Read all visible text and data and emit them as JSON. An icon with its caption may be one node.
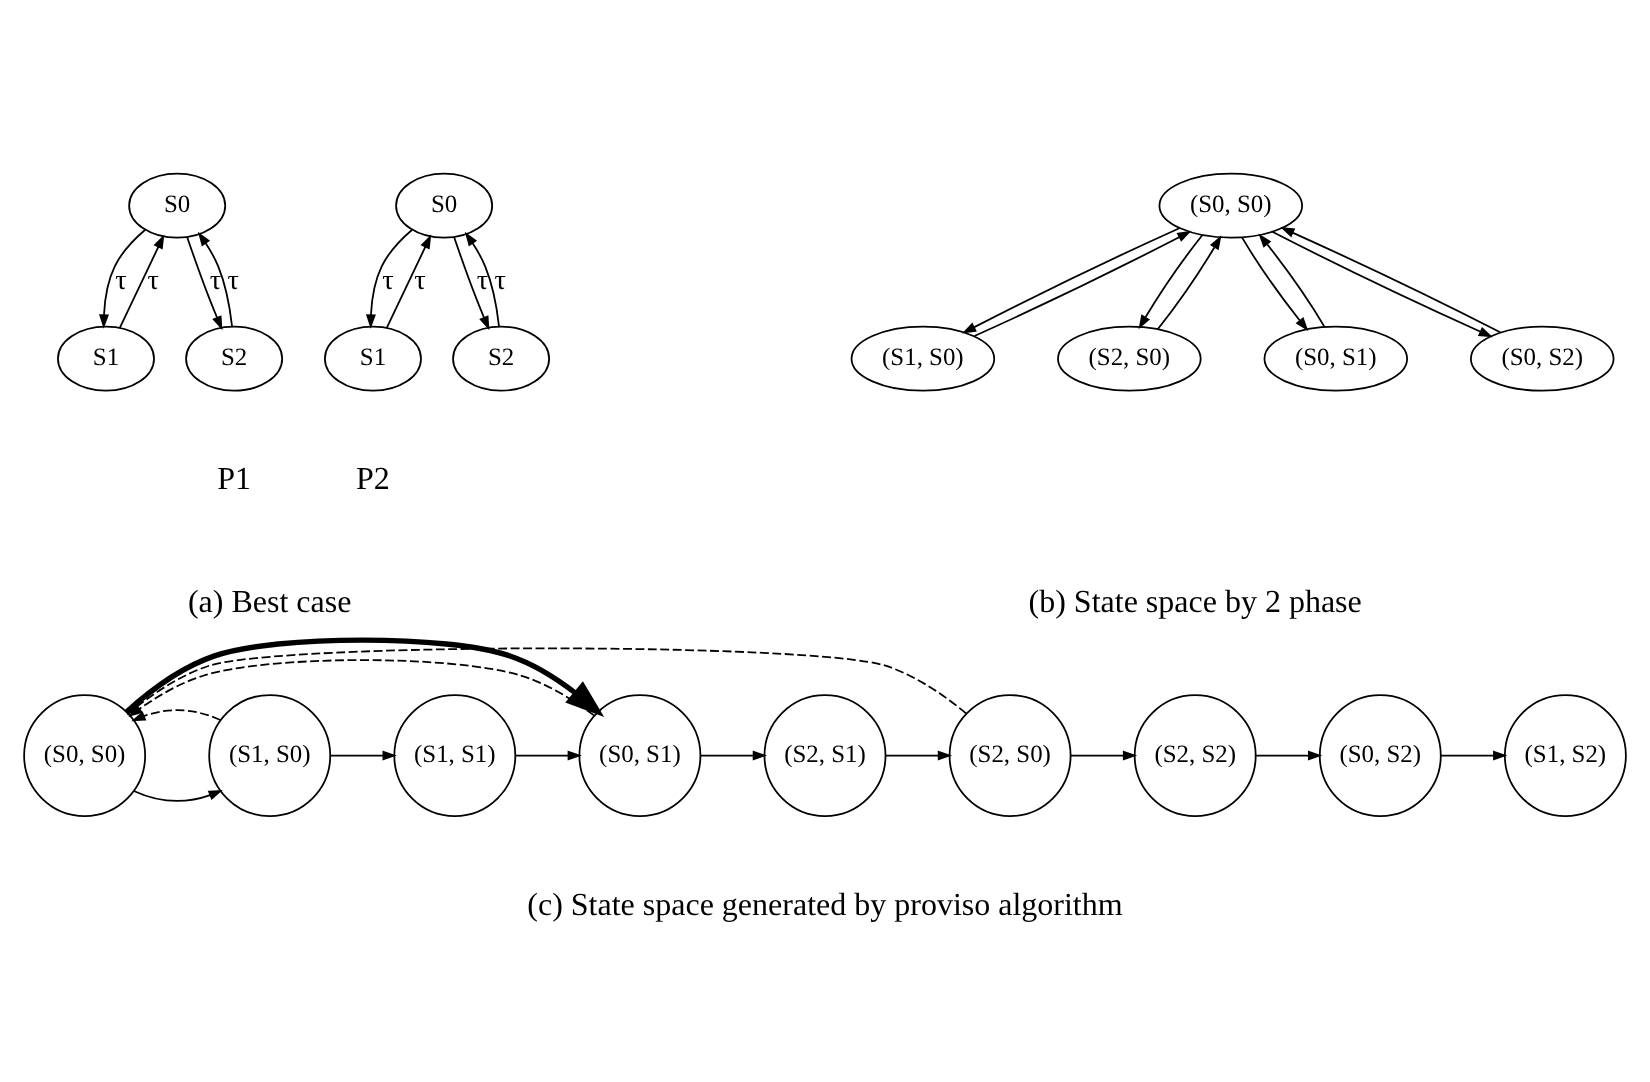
{
  "diagram": {
    "nodes": [
      {
        "text": [
          "S0"
        ]
      },
      {
        "text": [
          "S1"
        ]
      },
      {
        "text": [
          "S2"
        ]
      },
      {
        "text": [
          "S0"
        ]
      },
      {
        "text": [
          "S1"
        ]
      },
      {
        "text": [
          "S2"
        ]
      },
      {
        "text": [
          "(S0, S0)"
        ]
      },
      {
        "text": [
          "(S1, S0)"
        ]
      },
      {
        "text": [
          "(S2, S0)"
        ]
      },
      {
        "text": [
          "(S0, S1)"
        ]
      },
      {
        "text": [
          "(S0, S2)"
        ]
      },
      {
        "text": [
          "(S0, S0)"
        ]
      },
      {
        "text": [
          "(S1, S0)"
        ]
      },
      {
        "text": [
          "(S1, S1)"
        ]
      },
      {
        "text": [
          "(S0, S1)"
        ]
      },
      {
        "text": [
          "(S2, S1)"
        ]
      },
      {
        "text": [
          "(S2, S0)"
        ]
      },
      {
        "text": [
          "(S2, S2)"
        ]
      },
      {
        "text": [
          "(S0, S2)"
        ]
      },
      {
        "text": [
          "(S1, S2)"
        ]
      }
    ],
    "edges": [
      {
        "from": 1,
        "to": 0,
        "arrow": "to",
        "label": "τ"
      },
      {
        "from": 0,
        "to": 1,
        "arrow": "to",
        "label": "τ"
      },
      {
        "from": 0,
        "to": 2,
        "arrow": "to",
        "label": "τ"
      },
      {
        "from": 2,
        "to": 0,
        "arrow": "to",
        "label": "τ"
      },
      {
        "from": 4,
        "to": 3,
        "arrow": "to",
        "label": "τ"
      },
      {
        "from": 3,
        "to": 4,
        "arrow": "to",
        "label": "τ"
      },
      {
        "from": 3,
        "to": 5,
        "arrow": "to",
        "label": "τ"
      },
      {
        "from": 5,
        "to": 3,
        "arrow": "to",
        "label": "τ"
      },
      {
        "from": 7,
        "to": 6,
        "arrow": "to"
      },
      {
        "from": 6,
        "to": 7,
        "arrow": "to"
      },
      {
        "from": 6,
        "to": 8,
        "arrow": "to"
      },
      {
        "from": 8,
        "to": 6,
        "arrow": "to"
      },
      {
        "from": 6,
        "to": 9,
        "arrow": "to"
      },
      {
        "from": 9,
        "to": 6,
        "arrow": "to"
      },
      {
        "from": 6,
        "to": 10,
        "arrow": "to"
      },
      {
        "from": 10,
        "to": 6,
        "arrow": "to"
      },
      {
        "from": 11,
        "to": 12,
        "arrow": "to"
      },
      {
        "from": 12,
        "to": 13,
        "arrow": "to"
      },
      {
        "from": 13,
        "to": 14,
        "arrow": "to"
      },
      {
        "from": 14,
        "to": 15,
        "arrow": "to"
      },
      {
        "from": 15,
        "to": 16,
        "arrow": "to"
      },
      {
        "from": 16,
        "to": 17,
        "arrow": "to"
      },
      {
        "from": 17,
        "to": 18,
        "arrow": "to"
      },
      {
        "from": 18,
        "to": 19,
        "arrow": "to"
      },
      {
        "from": 16,
        "to": 11,
        "arrow": "to",
        "style": "dashed"
      },
      {
        "from": 14,
        "to": 11,
        "arrow": "to",
        "style": "dashed"
      },
      {
        "from": 12,
        "to": 11,
        "arrow": "to",
        "style": "dashed"
      },
      {
        "from": 11,
        "to": 14,
        "arrow": "to",
        "style": "thick"
      }
    ],
    "labels": [
      "P1",
      "P2",
      "(a) Best case",
      "(b) State space by 2 phase",
      "(c) State space generated by proviso algorithm"
    ]
  }
}
